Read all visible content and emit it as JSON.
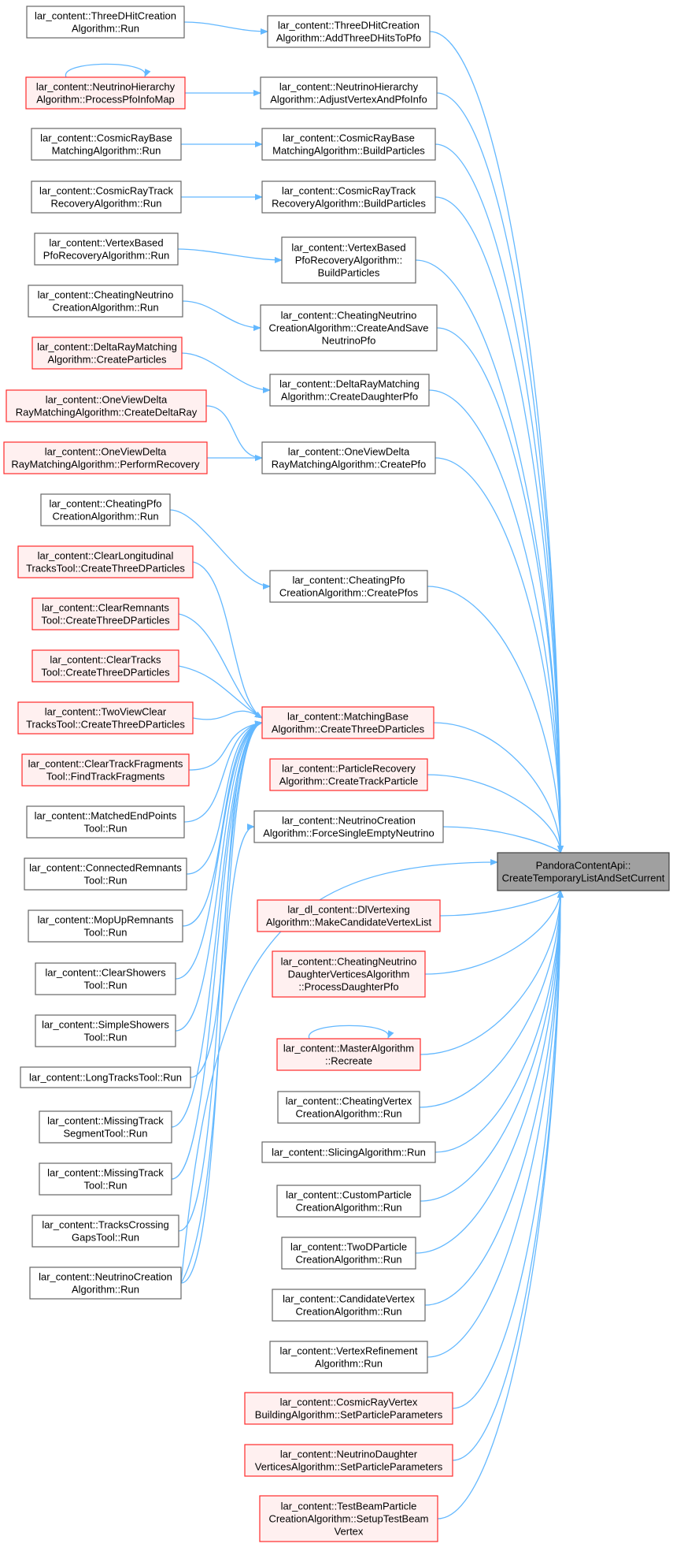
{
  "target": {
    "lines": [
      "PandoraContentApi::",
      "CreateTemporaryListAndSetCurrent"
    ],
    "style": "target"
  },
  "nodes": [
    {
      "id": "l_tdh",
      "lines": [
        "lar_content::ThreeDHitCreation",
        "Algorithm::Run"
      ],
      "style": "plain"
    },
    {
      "id": "m_tdh",
      "lines": [
        "lar_content::ThreeDHitCreation",
        "Algorithm::AddThreeDHitsToPfo"
      ],
      "style": "plain"
    },
    {
      "id": "l_nh",
      "lines": [
        "lar_content::NeutrinoHierarchy",
        "Algorithm::ProcessPfoInfoMap"
      ],
      "style": "red"
    },
    {
      "id": "m_nh",
      "lines": [
        "lar_content::NeutrinoHierarchy",
        "Algorithm::AdjustVertexAndPfoInfo"
      ],
      "style": "plain"
    },
    {
      "id": "l_crbm",
      "lines": [
        "lar_content::CosmicRayBase",
        "MatchingAlgorithm::Run"
      ],
      "style": "plain"
    },
    {
      "id": "m_crbm",
      "lines": [
        "lar_content::CosmicRayBase",
        "MatchingAlgorithm::BuildParticles"
      ],
      "style": "plain"
    },
    {
      "id": "l_crtr",
      "lines": [
        "lar_content::CosmicRayTrack",
        "RecoveryAlgorithm::Run"
      ],
      "style": "plain"
    },
    {
      "id": "m_crtr",
      "lines": [
        "lar_content::CosmicRayTrack",
        "RecoveryAlgorithm::BuildParticles"
      ],
      "style": "plain"
    },
    {
      "id": "l_vbpr",
      "lines": [
        "lar_content::VertexBased",
        "PfoRecoveryAlgorithm::Run"
      ],
      "style": "plain"
    },
    {
      "id": "m_vbpr",
      "lines": [
        "lar_content::VertexBased",
        "PfoRecoveryAlgorithm::",
        "BuildParticles"
      ],
      "style": "plain"
    },
    {
      "id": "l_cnc",
      "lines": [
        "lar_content::CheatingNeutrino",
        "CreationAlgorithm::Run"
      ],
      "style": "plain"
    },
    {
      "id": "m_cnc",
      "lines": [
        "lar_content::CheatingNeutrino",
        "CreationAlgorithm::CreateAndSave",
        "NeutrinoPfo"
      ],
      "style": "plain"
    },
    {
      "id": "l_drm",
      "lines": [
        "lar_content::DeltaRayMatching",
        "Algorithm::CreateParticles"
      ],
      "style": "red"
    },
    {
      "id": "m_drm",
      "lines": [
        "lar_content::DeltaRayMatching",
        "Algorithm::CreateDaughterPfo"
      ],
      "style": "plain"
    },
    {
      "id": "l_ovd1",
      "lines": [
        "lar_content::OneViewDelta",
        "RayMatchingAlgorithm::CreateDeltaRay"
      ],
      "style": "red"
    },
    {
      "id": "l_ovd2",
      "lines": [
        "lar_content::OneViewDelta",
        "RayMatchingAlgorithm::PerformRecovery"
      ],
      "style": "red"
    },
    {
      "id": "m_ovd",
      "lines": [
        "lar_content::OneViewDelta",
        "RayMatchingAlgorithm::CreatePfo"
      ],
      "style": "plain"
    },
    {
      "id": "l_cpc",
      "lines": [
        "lar_content::CheatingPfo",
        "CreationAlgorithm::Run"
      ],
      "style": "plain"
    },
    {
      "id": "m_cpc",
      "lines": [
        "lar_content::CheatingPfo",
        "CreationAlgorithm::CreatePfos"
      ],
      "style": "plain"
    },
    {
      "id": "l_clt",
      "lines": [
        "lar_content::ClearLongitudinal",
        "TracksTool::CreateThreeDParticles"
      ],
      "style": "red"
    },
    {
      "id": "l_cr",
      "lines": [
        "lar_content::ClearRemnants",
        "Tool::CreateThreeDParticles"
      ],
      "style": "red"
    },
    {
      "id": "l_ct",
      "lines": [
        "lar_content::ClearTracks",
        "Tool::CreateThreeDParticles"
      ],
      "style": "red"
    },
    {
      "id": "l_tvct",
      "lines": [
        "lar_content::TwoViewClear",
        "TracksTool::CreateThreeDParticles"
      ],
      "style": "red"
    },
    {
      "id": "m_mba",
      "lines": [
        "lar_content::MatchingBase",
        "Algorithm::CreateThreeDParticles"
      ],
      "style": "red"
    },
    {
      "id": "l_ctf",
      "lines": [
        "lar_content::ClearTrackFragments",
        "Tool::FindTrackFragments"
      ],
      "style": "red"
    },
    {
      "id": "m_prc",
      "lines": [
        "lar_content::ParticleRecovery",
        "Algorithm::CreateTrackParticle"
      ],
      "style": "red"
    },
    {
      "id": "l_mep",
      "lines": [
        "lar_content::MatchedEndPoints",
        "Tool::Run"
      ],
      "style": "plain"
    },
    {
      "id": "m_ncf",
      "lines": [
        "lar_content::NeutrinoCreation",
        "Algorithm::ForceSingleEmptyNeutrino"
      ],
      "style": "plain"
    },
    {
      "id": "l_conr",
      "lines": [
        "lar_content::ConnectedRemnants",
        "Tool::Run"
      ],
      "style": "plain"
    },
    {
      "id": "m_dlv",
      "lines": [
        "lar_dl_content::DlVertexing",
        "Algorithm::MakeCandidateVertexList"
      ],
      "style": "red"
    },
    {
      "id": "l_mur",
      "lines": [
        "lar_content::MopUpRemnants",
        "Tool::Run"
      ],
      "style": "plain"
    },
    {
      "id": "m_cnd",
      "lines": [
        "lar_content::CheatingNeutrino",
        "DaughterVerticesAlgorithm",
        "::ProcessDaughterPfo"
      ],
      "style": "red"
    },
    {
      "id": "l_cs",
      "lines": [
        "lar_content::ClearShowers",
        "Tool::Run"
      ],
      "style": "plain"
    },
    {
      "id": "l_ss",
      "lines": [
        "lar_content::SimpleShowers",
        "Tool::Run"
      ],
      "style": "plain"
    },
    {
      "id": "m_ma",
      "lines": [
        "lar_content::MasterAlgorithm",
        "::Recreate"
      ],
      "style": "red"
    },
    {
      "id": "l_lt",
      "lines": [
        "lar_content::LongTracksTool::Run"
      ],
      "style": "plain"
    },
    {
      "id": "l_mts",
      "lines": [
        "lar_content::MissingTrack",
        "SegmentTool::Run"
      ],
      "style": "plain"
    },
    {
      "id": "m_cvc",
      "lines": [
        "lar_content::CheatingVertex",
        "CreationAlgorithm::Run"
      ],
      "style": "plain"
    },
    {
      "id": "m_sl",
      "lines": [
        "lar_content::SlicingAlgorithm::Run"
      ],
      "style": "plain"
    },
    {
      "id": "l_mt",
      "lines": [
        "lar_content::MissingTrack",
        "Tool::Run"
      ],
      "style": "plain"
    },
    {
      "id": "m_cpa",
      "lines": [
        "lar_content::CustomParticle",
        "CreationAlgorithm::Run"
      ],
      "style": "plain"
    },
    {
      "id": "l_tcg",
      "lines": [
        "lar_content::TracksCrossing",
        "GapsTool::Run"
      ],
      "style": "plain"
    },
    {
      "id": "m_tdp",
      "lines": [
        "lar_content::TwoDParticle",
        "CreationAlgorithm::Run"
      ],
      "style": "plain"
    },
    {
      "id": "l_nc",
      "lines": [
        "lar_content::NeutrinoCreation",
        "Algorithm::Run"
      ],
      "style": "plain"
    },
    {
      "id": "m_cv",
      "lines": [
        "lar_content::CandidateVertex",
        "CreationAlgorithm::Run"
      ],
      "style": "plain"
    },
    {
      "id": "m_vr",
      "lines": [
        "lar_content::VertexRefinement",
        "Algorithm::Run"
      ],
      "style": "plain"
    },
    {
      "id": "m_crv",
      "lines": [
        "lar_content::CosmicRayVertex",
        "BuildingAlgorithm::SetParticleParameters"
      ],
      "style": "red"
    },
    {
      "id": "m_ndv",
      "lines": [
        "lar_content::NeutrinoDaughter",
        "VerticesAlgorithm::SetParticleParameters"
      ],
      "style": "red"
    },
    {
      "id": "m_tbp",
      "lines": [
        "lar_content::TestBeamParticle",
        "CreationAlgorithm::SetupTestBeam",
        "Vertex"
      ],
      "style": "red"
    }
  ],
  "edges": [
    [
      "l_tdh",
      "m_tdh"
    ],
    [
      "l_nh",
      "m_nh"
    ],
    [
      "l_crbm",
      "m_crbm"
    ],
    [
      "l_crtr",
      "m_crtr"
    ],
    [
      "l_vbpr",
      "m_vbpr"
    ],
    [
      "l_cnc",
      "m_cnc"
    ],
    [
      "l_drm",
      "m_drm"
    ],
    [
      "l_ovd1",
      "m_ovd"
    ],
    [
      "l_ovd2",
      "m_ovd"
    ],
    [
      "l_cpc",
      "m_cpc"
    ],
    [
      "l_clt",
      "m_mba"
    ],
    [
      "l_cr",
      "m_mba"
    ],
    [
      "l_ct",
      "m_mba"
    ],
    [
      "l_tvct",
      "m_mba"
    ],
    [
      "l_ctf",
      "m_mba"
    ],
    [
      "l_mep",
      "m_mba"
    ],
    [
      "l_conr",
      "m_mba"
    ],
    [
      "l_mur",
      "m_mba"
    ],
    [
      "l_cs",
      "m_mba"
    ],
    [
      "l_ss",
      "m_mba"
    ],
    [
      "l_lt",
      "m_mba"
    ],
    [
      "l_mts",
      "m_mba"
    ],
    [
      "l_mt",
      "m_mba"
    ],
    [
      "l_tcg",
      "m_mba"
    ],
    [
      "l_nc",
      "m_mba"
    ],
    [
      "l_nc",
      "m_ncf"
    ],
    [
      "l_nc",
      "target"
    ],
    [
      "l_nh",
      "l_nh"
    ],
    [
      "m_ma",
      "m_ma"
    ],
    [
      "m_tdh",
      "target"
    ],
    [
      "m_nh",
      "target"
    ],
    [
      "m_crbm",
      "target"
    ],
    [
      "m_crtr",
      "target"
    ],
    [
      "m_vbpr",
      "target"
    ],
    [
      "m_cnc",
      "target"
    ],
    [
      "m_drm",
      "target"
    ],
    [
      "m_ovd",
      "target"
    ],
    [
      "m_cpc",
      "target"
    ],
    [
      "m_mba",
      "target"
    ],
    [
      "m_prc",
      "target"
    ],
    [
      "m_ncf",
      "target"
    ],
    [
      "m_dlv",
      "target"
    ],
    [
      "m_cnd",
      "target"
    ],
    [
      "m_ma",
      "target"
    ],
    [
      "m_cvc",
      "target"
    ],
    [
      "m_sl",
      "target"
    ],
    [
      "m_cpa",
      "target"
    ],
    [
      "m_tdp",
      "target"
    ],
    [
      "m_cv",
      "target"
    ],
    [
      "m_vr",
      "target"
    ],
    [
      "m_crv",
      "target"
    ],
    [
      "m_ndv",
      "target"
    ],
    [
      "m_tbp",
      "target"
    ]
  ]
}
